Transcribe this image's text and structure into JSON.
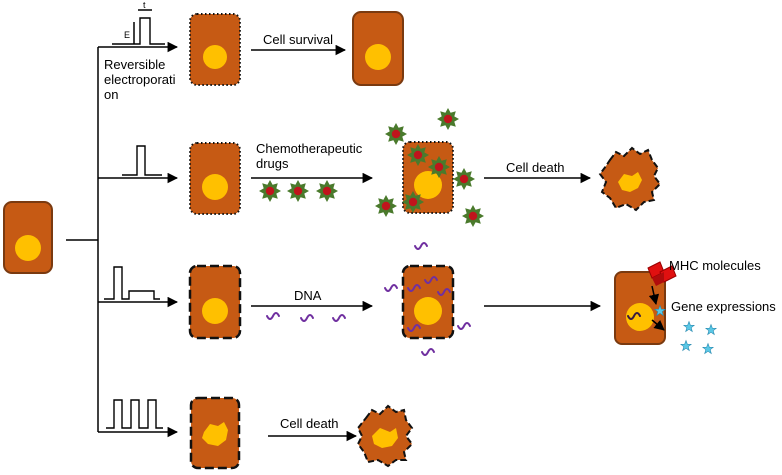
{
  "labels": {
    "pulse_t": "t",
    "pulse_E": "E",
    "reversible_line1": "Reversible",
    "reversible_line2": "electroporati",
    "reversible_line3": "on",
    "cell_survival": "Cell survival",
    "chemo_line1": "Chemotherapeutic",
    "chemo_line2": "drugs",
    "cell_death_chemo": "Cell death",
    "dna": "DNA",
    "mhc": "MHC molecules",
    "gene_expressions": "Gene expressions",
    "cell_death_irreversible": "Cell death"
  },
  "colors": {
    "cell": "#c65a14",
    "nucleus": "#ffc000",
    "drug_outer": "#4a7a2c",
    "drug_inner": "#c0141c",
    "dna": "#7030a0",
    "mhc": "#e01010",
    "gene_star": "#5ac8e6"
  }
}
